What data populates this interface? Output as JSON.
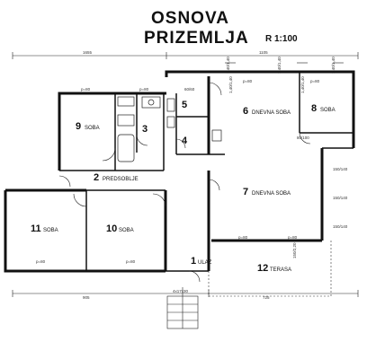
{
  "title_line1": "OSNOVA",
  "title_line2": "PRIZEMLJA",
  "scale": "R 1:100",
  "dims": {
    "top_left": "1655",
    "top_right": "1105",
    "bottom_left": "905",
    "bottom_right": "725",
    "w1": "1,40/1,40",
    "w2": "1,40/1,40",
    "w3": "1,40/1,40",
    "w4": "1,40/1,40",
    "w5": "1,40/1,40",
    "p1": "p=80",
    "p2": "p=80",
    "p3": "p=80",
    "p4": "p=80",
    "p5": "p=80",
    "p6": "p=80",
    "p7": "p=80",
    "p8": "p=80",
    "small1": "60/60",
    "small2": "80/100",
    "side1": "150/140",
    "side2": "150/140",
    "side3": "150/140",
    "door1": "150/2,20",
    "door2": "150/2,20",
    "door3": "150/2,20",
    "stair": "4x17x30"
  },
  "rooms": [
    {
      "num": "1",
      "name": "ULAZ"
    },
    {
      "num": "2",
      "name": "PREDSOBLJE"
    },
    {
      "num": "3",
      "name": ""
    },
    {
      "num": "4",
      "name": ""
    },
    {
      "num": "5",
      "name": ""
    },
    {
      "num": "6",
      "name": "DNEVNA SOBA"
    },
    {
      "num": "7",
      "name": "DNEVNA SOBA"
    },
    {
      "num": "8",
      "name": "SOBA"
    },
    {
      "num": "9",
      "name": "SOBA"
    },
    {
      "num": "10",
      "name": "SOBA"
    },
    {
      "num": "11",
      "name": "SOBA"
    },
    {
      "num": "12",
      "name": "TERASA"
    }
  ]
}
